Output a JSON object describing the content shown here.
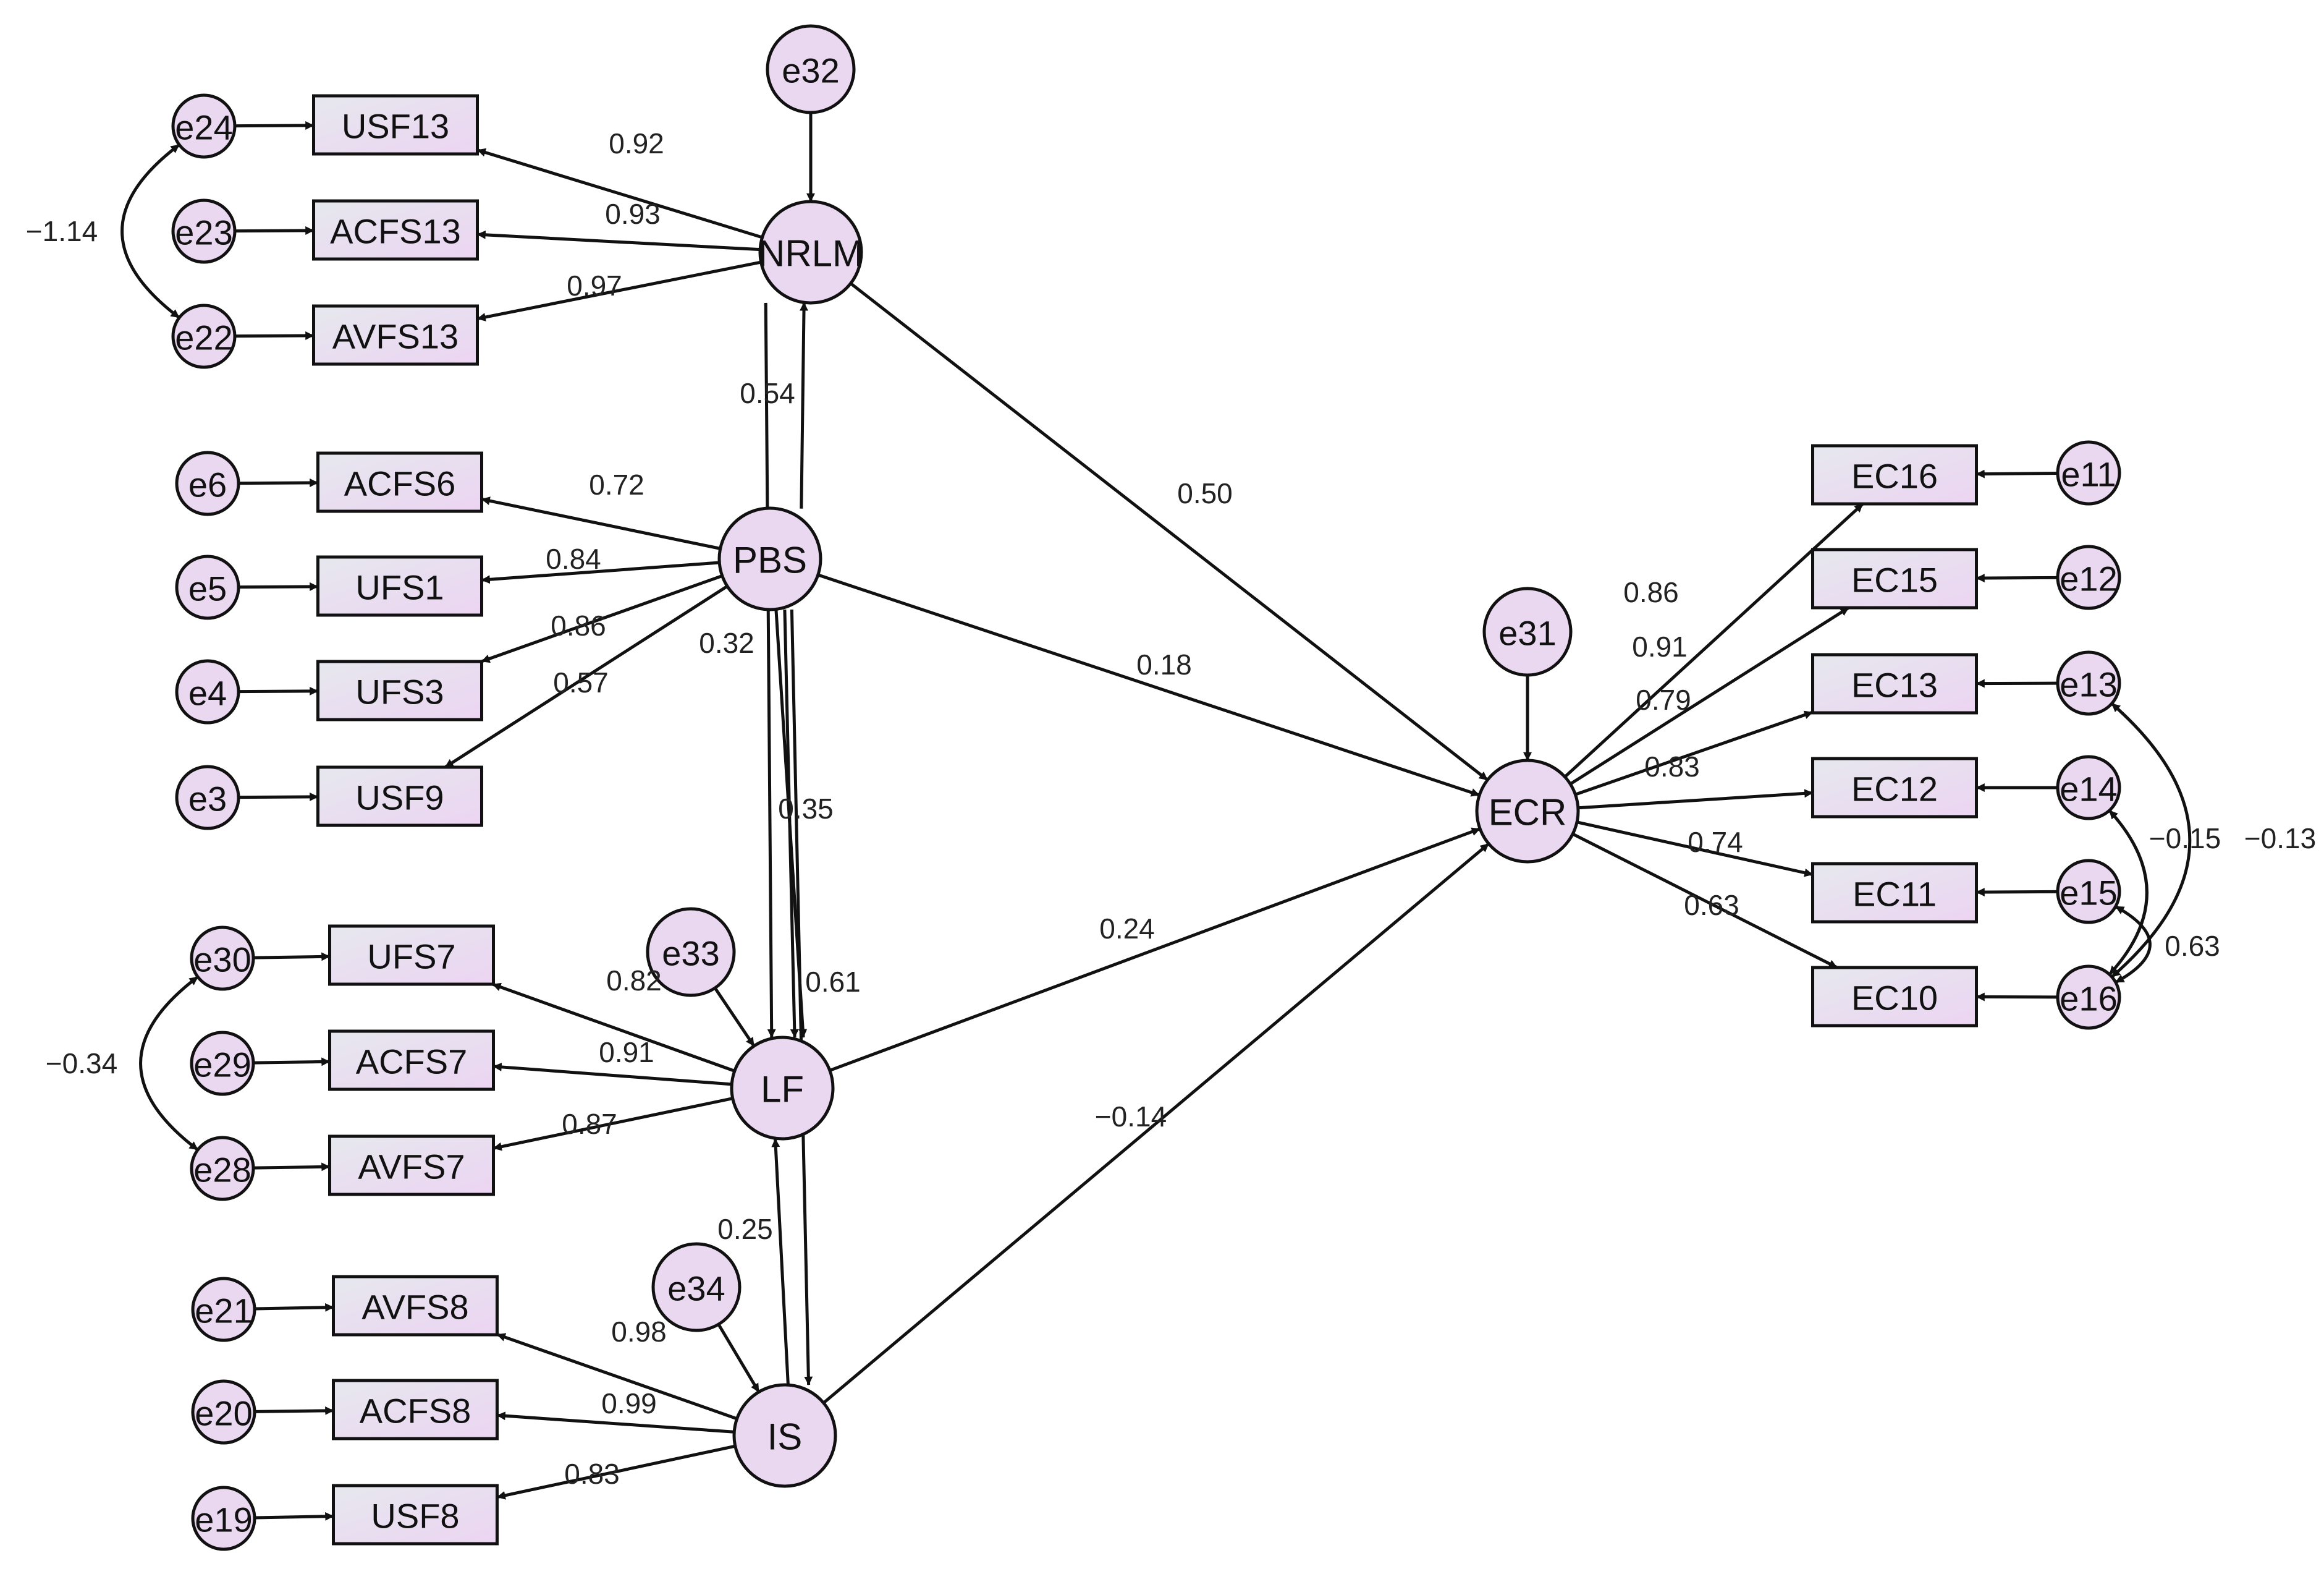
{
  "colors": {
    "box_gradient_start": "#e6e8ee",
    "box_gradient_end": "#ecd4f2",
    "circle_fill": "#ead7f0",
    "stroke": "#111111"
  },
  "nodes": {
    "latents": [
      {
        "id": "NRLM",
        "label": "NRLM"
      },
      {
        "id": "PBS",
        "label": "PBS"
      },
      {
        "id": "LF",
        "label": "LF"
      },
      {
        "id": "IS",
        "label": "IS"
      },
      {
        "id": "ECR",
        "label": "ECR"
      }
    ],
    "indicators": [
      {
        "id": "USF13",
        "label": "USF13"
      },
      {
        "id": "ACFS13",
        "label": "ACFS13"
      },
      {
        "id": "AVFS13",
        "label": "AVFS13"
      },
      {
        "id": "ACFS6",
        "label": "ACFS6"
      },
      {
        "id": "UFS1",
        "label": "UFS1"
      },
      {
        "id": "UFS3",
        "label": "UFS3"
      },
      {
        "id": "USF9",
        "label": "USF9"
      },
      {
        "id": "UFS7",
        "label": "UFS7"
      },
      {
        "id": "ACFS7",
        "label": "ACFS7"
      },
      {
        "id": "AVFS7",
        "label": "AVFS7"
      },
      {
        "id": "AVFS8",
        "label": "AVFS8"
      },
      {
        "id": "ACFS8",
        "label": "ACFS8"
      },
      {
        "id": "USF8",
        "label": "USF8"
      },
      {
        "id": "EC16",
        "label": "EC16"
      },
      {
        "id": "EC15",
        "label": "EC15"
      },
      {
        "id": "EC13",
        "label": "EC13"
      },
      {
        "id": "EC12",
        "label": "EC12"
      },
      {
        "id": "EC11",
        "label": "EC11"
      },
      {
        "id": "EC10",
        "label": "EC10"
      }
    ],
    "errors": [
      {
        "id": "e24",
        "label": "e24"
      },
      {
        "id": "e23",
        "label": "e23"
      },
      {
        "id": "e22",
        "label": "e22"
      },
      {
        "id": "e6",
        "label": "e6"
      },
      {
        "id": "e5",
        "label": "e5"
      },
      {
        "id": "e4",
        "label": "e4"
      },
      {
        "id": "e3",
        "label": "e3"
      },
      {
        "id": "e30",
        "label": "e30"
      },
      {
        "id": "e29",
        "label": "e29"
      },
      {
        "id": "e28",
        "label": "e28"
      },
      {
        "id": "e21",
        "label": "e21"
      },
      {
        "id": "e20",
        "label": "e20"
      },
      {
        "id": "e19",
        "label": "e19"
      },
      {
        "id": "e11",
        "label": "e11"
      },
      {
        "id": "e12",
        "label": "e12"
      },
      {
        "id": "e13",
        "label": "e13"
      },
      {
        "id": "e14",
        "label": "e14"
      },
      {
        "id": "e15",
        "label": "e15"
      },
      {
        "id": "e16",
        "label": "e16"
      },
      {
        "id": "e32",
        "label": "e32"
      },
      {
        "id": "e31",
        "label": "e31"
      },
      {
        "id": "e33",
        "label": "e33"
      },
      {
        "id": "e34",
        "label": "e34"
      }
    ]
  },
  "paths": [
    {
      "from": "NRLM",
      "to": "USF13",
      "coef": "0.92"
    },
    {
      "from": "NRLM",
      "to": "ACFS13",
      "coef": "0.93"
    },
    {
      "from": "NRLM",
      "to": "AVFS13",
      "coef": "0.97"
    },
    {
      "from": "PBS",
      "to": "ACFS6",
      "coef": "0.72"
    },
    {
      "from": "PBS",
      "to": "UFS1",
      "coef": "0.84"
    },
    {
      "from": "PBS",
      "to": "UFS3",
      "coef": "0.86"
    },
    {
      "from": "PBS",
      "to": "USF9",
      "coef": "0.57"
    },
    {
      "from": "LF",
      "to": "UFS7",
      "coef": "0.82"
    },
    {
      "from": "LF",
      "to": "ACFS7",
      "coef": "0.91"
    },
    {
      "from": "LF",
      "to": "AVFS7",
      "coef": "0.87"
    },
    {
      "from": "IS",
      "to": "AVFS8",
      "coef": "0.98"
    },
    {
      "from": "IS",
      "to": "ACFS8",
      "coef": "0.99"
    },
    {
      "from": "IS",
      "to": "USF8",
      "coef": "0.83"
    },
    {
      "from": "ECR",
      "to": "EC16",
      "coef": "0.86"
    },
    {
      "from": "ECR",
      "to": "EC15",
      "coef": "0.91"
    },
    {
      "from": "ECR",
      "to": "EC13",
      "coef": "0.79"
    },
    {
      "from": "ECR",
      "to": "EC12",
      "coef": "0.83"
    },
    {
      "from": "ECR",
      "to": "EC11",
      "coef": "0.74"
    },
    {
      "from": "ECR",
      "to": "EC10",
      "coef": "0.63"
    },
    {
      "from": "PBS",
      "to": "NRLM",
      "coef": "0.54"
    },
    {
      "from": "NRLM",
      "to": "LF",
      "coef": ""
    },
    {
      "from": "PBS",
      "to": "LF",
      "coef": "0.32"
    },
    {
      "from": "PBS",
      "to": "LF",
      "coef": "0.35"
    },
    {
      "from": "PBS",
      "to": "IS",
      "coef": "0.61"
    },
    {
      "from": "IS",
      "to": "LF",
      "coef": "0.25"
    },
    {
      "from": "NRLM",
      "to": "ECR",
      "coef": "0.50"
    },
    {
      "from": "PBS",
      "to": "ECR",
      "coef": "0.18"
    },
    {
      "from": "LF",
      "to": "ECR",
      "coef": "0.24"
    },
    {
      "from": "IS",
      "to": "ECR",
      "coef": "-0.14",
      "coef_display": "−0.14"
    }
  ],
  "covariances": [
    {
      "a": "e24",
      "b": "e22",
      "coef": "-1.14",
      "coef_display": "−1.14"
    },
    {
      "a": "e30",
      "b": "e28",
      "coef": "-0.34",
      "coef_display": "−0.34"
    },
    {
      "a": "e14",
      "b": "e16",
      "coef": "-0.15",
      "coef_display": "−0.15"
    },
    {
      "a": "e13",
      "b": "e16",
      "coef": "-0.13",
      "coef_display": "−0.13"
    },
    {
      "a": "e15",
      "b": "e16",
      "coef": "0.63"
    }
  ]
}
